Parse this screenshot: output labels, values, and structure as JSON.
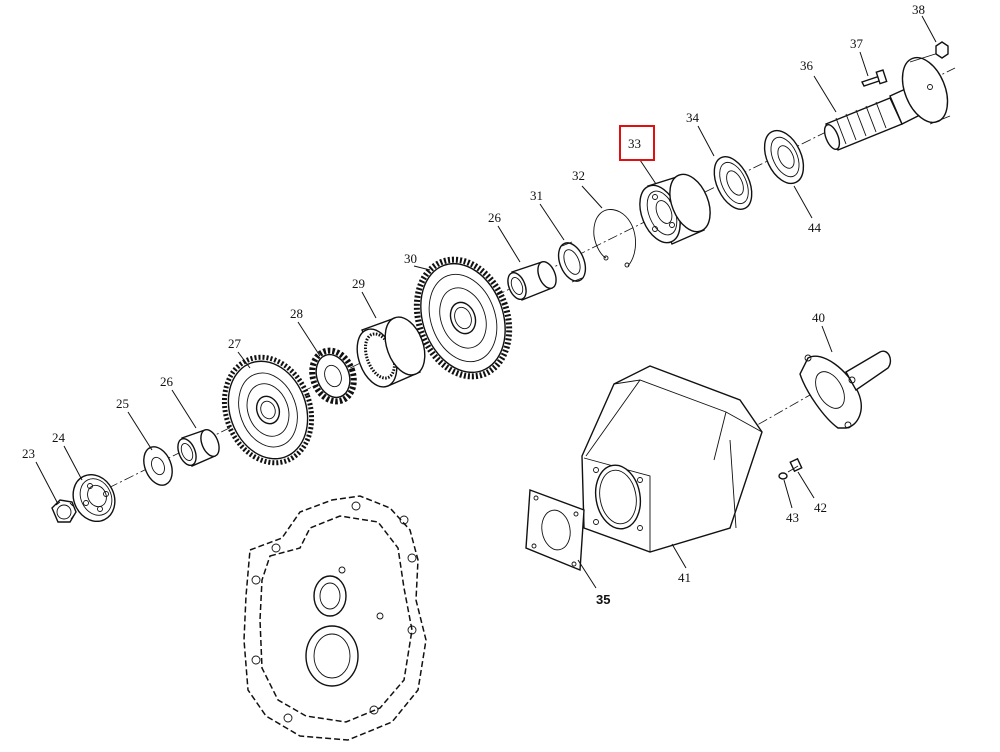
{
  "diagram": {
    "highlighted_part": "33",
    "highlight_color": "#e01010",
    "parts": [
      {
        "id": "p23",
        "label": "23"
      },
      {
        "id": "p24",
        "label": "24"
      },
      {
        "id": "p25",
        "label": "25"
      },
      {
        "id": "p26a",
        "label": "26"
      },
      {
        "id": "p27",
        "label": "27"
      },
      {
        "id": "p28",
        "label": "28"
      },
      {
        "id": "p29",
        "label": "29"
      },
      {
        "id": "p30",
        "label": "30"
      },
      {
        "id": "p26b",
        "label": "26"
      },
      {
        "id": "p31",
        "label": "31"
      },
      {
        "id": "p32",
        "label": "32"
      },
      {
        "id": "p33",
        "label": "33"
      },
      {
        "id": "p34",
        "label": "34"
      },
      {
        "id": "p44",
        "label": "44"
      },
      {
        "id": "p36",
        "label": "36"
      },
      {
        "id": "p37",
        "label": "37"
      },
      {
        "id": "p38",
        "label": "38"
      },
      {
        "id": "p40",
        "label": "40"
      },
      {
        "id": "p41",
        "label": "41"
      },
      {
        "id": "p42",
        "label": "42"
      },
      {
        "id": "p43",
        "label": "43"
      },
      {
        "id": "p35",
        "label": "35"
      }
    ]
  }
}
